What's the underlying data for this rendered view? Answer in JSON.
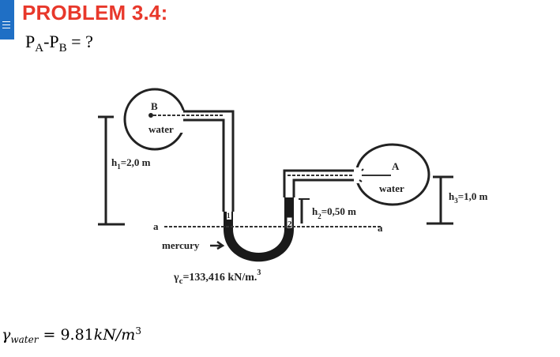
{
  "header": {
    "title": "PROBLEM 3.4:",
    "question_p": "P",
    "question_sub_a": "A",
    "question_dash": "-P",
    "question_sub_b": "B",
    "question_rest": " = ?"
  },
  "menu": {
    "icon": "hamburger-menu-icon"
  },
  "diagram": {
    "point_b": "B",
    "point_a": "A",
    "water_left": "water",
    "water_right": "water",
    "h1_label": "h",
    "h1_sub": "1",
    "h1_value": "=2,0 m",
    "h2_label": "h",
    "h2_sub": "2",
    "h2_value": "=0,50 m",
    "h3_label": "h",
    "h3_sub": "3",
    "h3_value": "=1,0 m",
    "level_left": "a",
    "level_right": "a",
    "marker_1": "1",
    "marker_2": "2",
    "mercury_label": "mercury",
    "gamma_c_symbol": "γ",
    "gamma_c_sub": "c",
    "gamma_c_value": "=133,416 kN/m.",
    "gamma_c_sup": "3"
  },
  "given": {
    "gamma_symbol": "γ",
    "gamma_sub": "water",
    "equals": " = 9.81",
    "unit": "kN/m",
    "unit_sup": "3"
  },
  "colors": {
    "title_red": "#e8382b",
    "menu_blue": "#1f6fc5"
  }
}
